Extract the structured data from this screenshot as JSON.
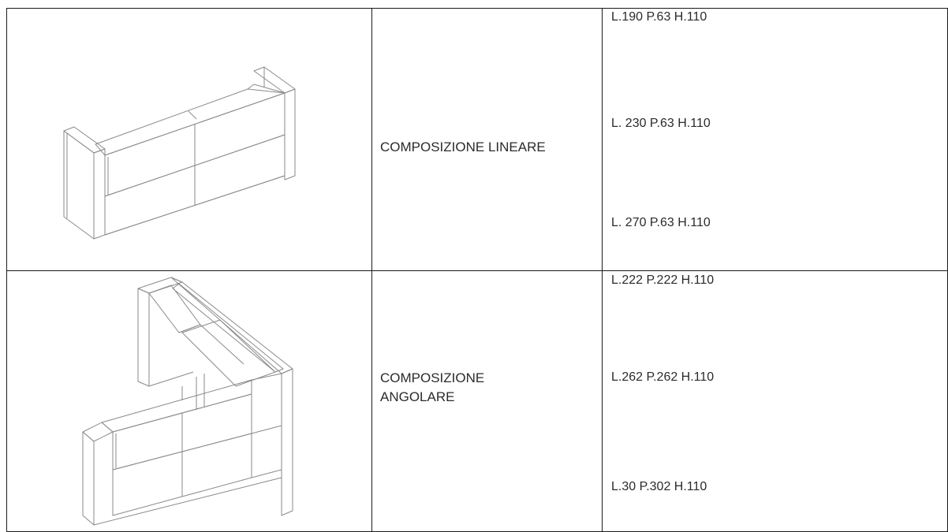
{
  "rows": [
    {
      "image_icon": "linear-reception-desk-drawing",
      "name": "COMPOSIZIONE LINEARE",
      "dimensions": [
        "L.190 P.63 H.110",
        "L. 230 P.63 H.110",
        "L. 270 P.63 H.110"
      ]
    },
    {
      "image_icon": "corner-reception-desk-drawing",
      "name": "COMPOSIZIONE\nANGOLARE",
      "dimensions": [
        "L.222 P.222 H.110",
        "L.262 P.262 H.110",
        "L.30 P.302 H.110"
      ]
    }
  ]
}
